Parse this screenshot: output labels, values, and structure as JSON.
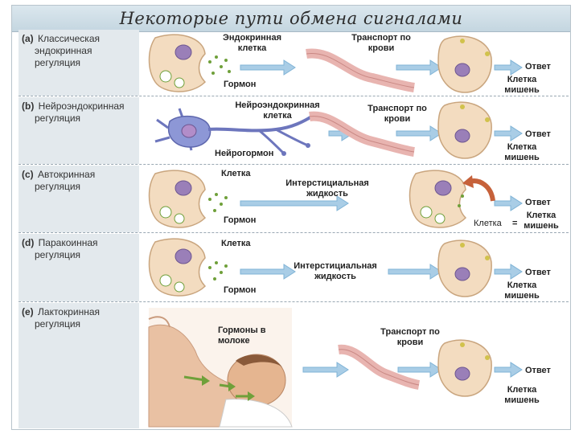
{
  "title": "Некоторые пути обмена сигналами",
  "rows": [
    {
      "code": "(а)",
      "name_line1": "Классическая",
      "name_line2": "эндокринная регуляция",
      "secretor": "Эндокринная клетка",
      "signal": "Гормон",
      "transport": "Транспорт по крови",
      "response": "Ответ",
      "target": "Клетка мишень"
    },
    {
      "code": "(b)",
      "name_line1": "Нейроэндокринная",
      "name_line2": "регуляция",
      "secretor": "Нейроэндокринная клетка",
      "signal": "Нейрогормон",
      "transport": "Транспорт по крови",
      "response": "Ответ",
      "target": "Клетка мишень"
    },
    {
      "code": "(c)",
      "name_line1": "Автокринная",
      "name_line2": "регуляция",
      "secretor": "Клетка",
      "signal": "Гормон",
      "transport": "Интерстициальная жидкость",
      "response": "Ответ",
      "target": "Клетка мишень",
      "same_cell": "Клетка",
      "equals": "="
    },
    {
      "code": "(d)",
      "name_line1": "Паракоинная",
      "name_line2": "регуляция",
      "secretor": "Клетка",
      "signal": "Гормон",
      "transport": "Интерстициальная жидкость",
      "response": "Ответ",
      "target": "Клетка мишень"
    },
    {
      "code": "(е)",
      "name_line1": "Лактокринная",
      "name_line2": "регуляция",
      "secretor": "Гормоны в молоке",
      "transport": "Транспорт по крови",
      "response": "Ответ",
      "target": "Клетка мишень"
    }
  ],
  "colors": {
    "cell_fill": "#f3dcc0",
    "cell_stroke": "#c9a57e",
    "nucleus": "#9a7fb8",
    "hormone": "#6fa03a",
    "arrow": "#7fb3d6",
    "vessel": "#e8b4b0",
    "neuron": "#8d97d6",
    "label_bg": "#e3e9ed"
  }
}
